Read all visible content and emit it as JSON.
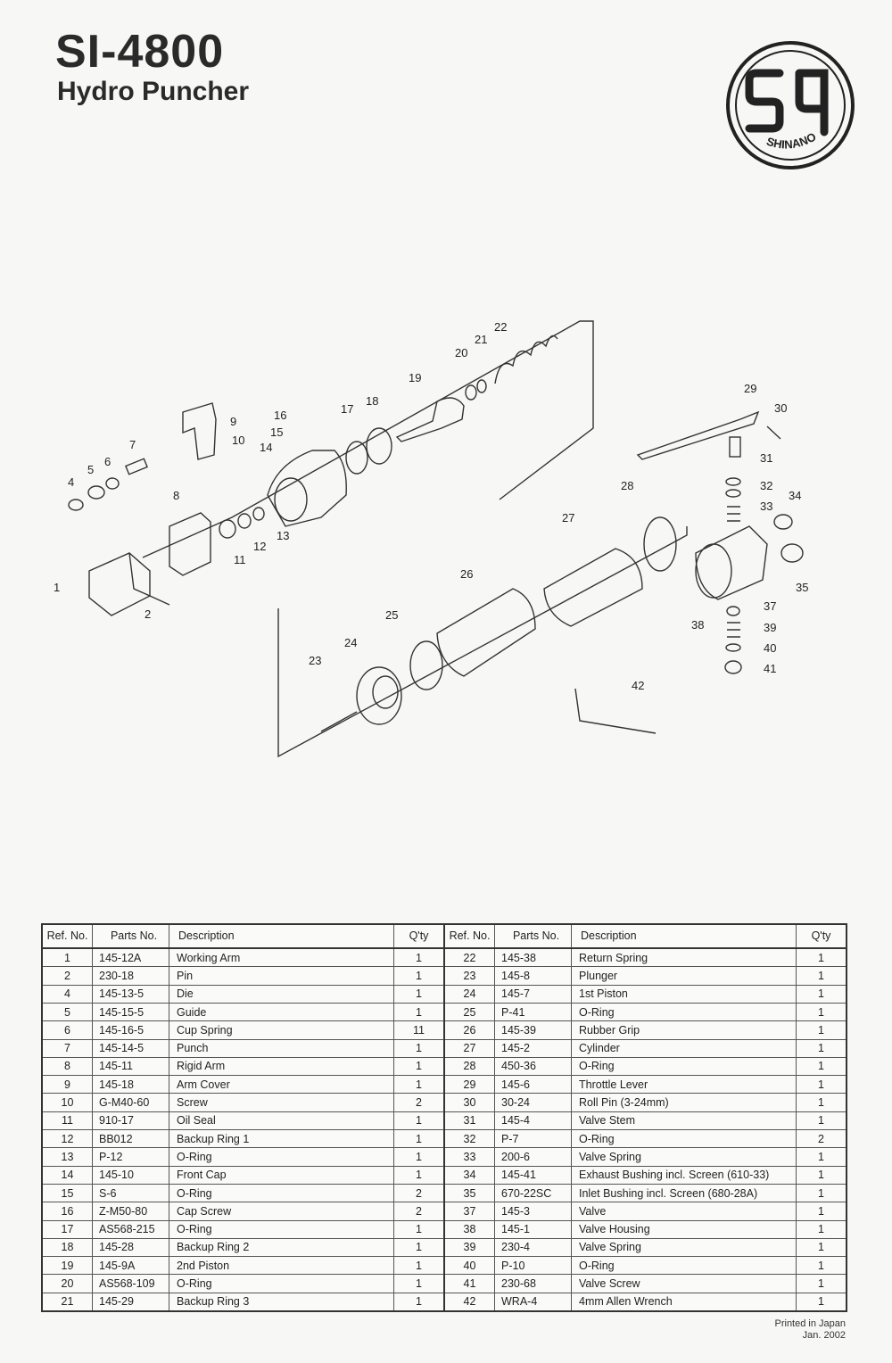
{
  "header": {
    "model": "SI-4800",
    "title": "Hydro Puncher",
    "logo_text": "SHINANO"
  },
  "diagram": {
    "callouts": [
      "1",
      "2",
      "4",
      "5",
      "6",
      "7",
      "8",
      "9",
      "10",
      "11",
      "12",
      "13",
      "14",
      "15",
      "16",
      "17",
      "18",
      "19",
      "20",
      "21",
      "22",
      "23",
      "24",
      "25",
      "26",
      "27",
      "28",
      "29",
      "30",
      "31",
      "32",
      "33",
      "34",
      "35",
      "37",
      "38",
      "39",
      "40",
      "41",
      "42"
    ]
  },
  "table": {
    "headers": {
      "ref": "Ref. No.",
      "part": "Parts No.",
      "desc": "Description",
      "qty": "Q'ty"
    },
    "left": [
      {
        "ref": "1",
        "part": "145-12A",
        "desc": "Working Arm",
        "qty": "1"
      },
      {
        "ref": "2",
        "part": "230-18",
        "desc": "Pin",
        "qty": "1"
      },
      {
        "ref": "4",
        "part": "145-13-5",
        "desc": "Die",
        "qty": "1"
      },
      {
        "ref": "5",
        "part": "145-15-5",
        "desc": "Guide",
        "qty": "1"
      },
      {
        "ref": "6",
        "part": "145-16-5",
        "desc": "Cup Spring",
        "qty": "11"
      },
      {
        "ref": "7",
        "part": "145-14-5",
        "desc": "Punch",
        "qty": "1"
      },
      {
        "ref": "8",
        "part": "145-11",
        "desc": "Rigid Arm",
        "qty": "1"
      },
      {
        "ref": "9",
        "part": "145-18",
        "desc": "Arm Cover",
        "qty": "1"
      },
      {
        "ref": "10",
        "part": "G-M40-60",
        "desc": "Screw",
        "qty": "2"
      },
      {
        "ref": "11",
        "part": "910-17",
        "desc": "Oil Seal",
        "qty": "1"
      },
      {
        "ref": "12",
        "part": "BB012",
        "desc": "Backup Ring 1",
        "qty": "1"
      },
      {
        "ref": "13",
        "part": "P-12",
        "desc": "O-Ring",
        "qty": "1"
      },
      {
        "ref": "14",
        "part": "145-10",
        "desc": "Front Cap",
        "qty": "1"
      },
      {
        "ref": "15",
        "part": "S-6",
        "desc": "O-Ring",
        "qty": "2"
      },
      {
        "ref": "16",
        "part": "Z-M50-80",
        "desc": "Cap Screw",
        "qty": "2"
      },
      {
        "ref": "17",
        "part": "AS568-215",
        "desc": "O-Ring",
        "qty": "1"
      },
      {
        "ref": "18",
        "part": "145-28",
        "desc": "Backup Ring 2",
        "qty": "1"
      },
      {
        "ref": "19",
        "part": "145-9A",
        "desc": "2nd Piston",
        "qty": "1"
      },
      {
        "ref": "20",
        "part": "AS568-109",
        "desc": "O-Ring",
        "qty": "1"
      },
      {
        "ref": "21",
        "part": "145-29",
        "desc": "Backup Ring 3",
        "qty": "1"
      }
    ],
    "right": [
      {
        "ref": "22",
        "part": "145-38",
        "desc": "Return Spring",
        "qty": "1"
      },
      {
        "ref": "23",
        "part": "145-8",
        "desc": "Plunger",
        "qty": "1"
      },
      {
        "ref": "24",
        "part": "145-7",
        "desc": "1st Piston",
        "qty": "1"
      },
      {
        "ref": "25",
        "part": "P-41",
        "desc": "O-Ring",
        "qty": "1"
      },
      {
        "ref": "26",
        "part": "145-39",
        "desc": "Rubber Grip",
        "qty": "1"
      },
      {
        "ref": "27",
        "part": "145-2",
        "desc": "Cylinder",
        "qty": "1"
      },
      {
        "ref": "28",
        "part": "450-36",
        "desc": "O-Ring",
        "qty": "1"
      },
      {
        "ref": "29",
        "part": "145-6",
        "desc": "Throttle Lever",
        "qty": "1"
      },
      {
        "ref": "30",
        "part": "30-24",
        "desc": "Roll Pin (3-24mm)",
        "qty": "1"
      },
      {
        "ref": "31",
        "part": "145-4",
        "desc": "Valve Stem",
        "qty": "1"
      },
      {
        "ref": "32",
        "part": "P-7",
        "desc": "O-Ring",
        "qty": "2"
      },
      {
        "ref": "33",
        "part": "200-6",
        "desc": "Valve Spring",
        "qty": "1"
      },
      {
        "ref": "34",
        "part": "145-41",
        "desc": "Exhaust Bushing incl. Screen (610-33)",
        "qty": "1"
      },
      {
        "ref": "35",
        "part": "670-22SC",
        "desc": "Inlet Bushing incl. Screen (680-28A)",
        "qty": "1"
      },
      {
        "ref": "37",
        "part": "145-3",
        "desc": "Valve",
        "qty": "1"
      },
      {
        "ref": "38",
        "part": "145-1",
        "desc": "Valve Housing",
        "qty": "1"
      },
      {
        "ref": "39",
        "part": "230-4",
        "desc": "Valve Spring",
        "qty": "1"
      },
      {
        "ref": "40",
        "part": "P-10",
        "desc": "O-Ring",
        "qty": "1"
      },
      {
        "ref": "41",
        "part": "230-68",
        "desc": "Valve Screw",
        "qty": "1"
      },
      {
        "ref": "42",
        "part": "WRA-4",
        "desc": "4mm Allen Wrench",
        "qty": "1"
      }
    ]
  },
  "footer": {
    "line1": "Printed in Japan",
    "line2": "Jan. 2002"
  }
}
